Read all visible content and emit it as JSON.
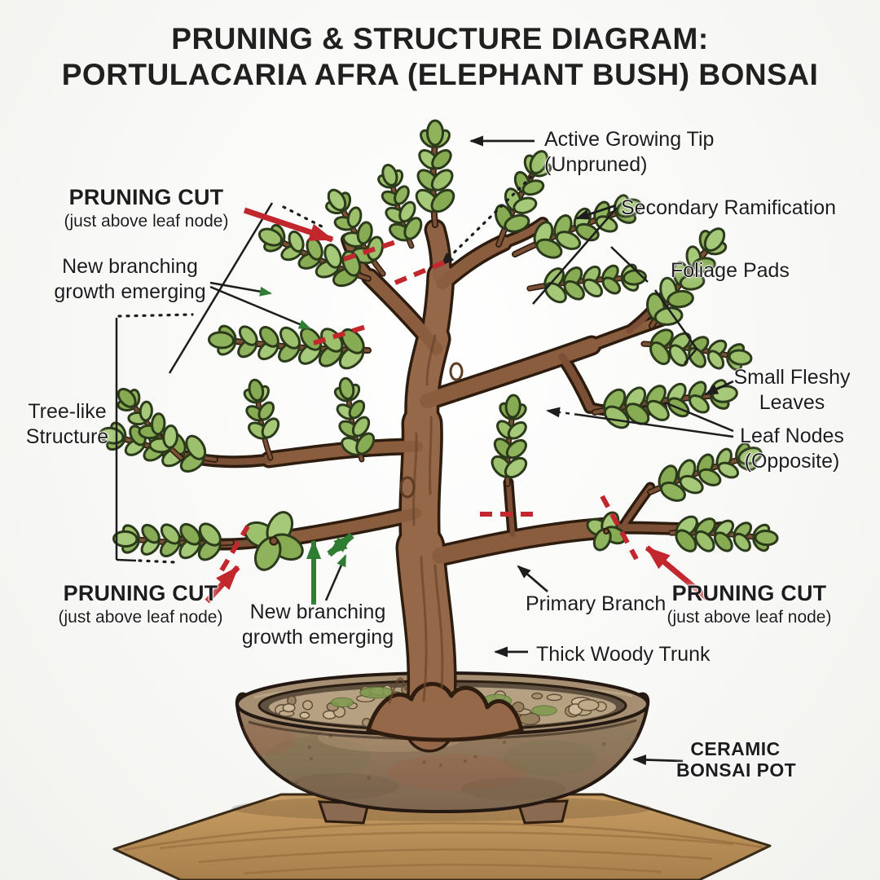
{
  "title": {
    "line1": "PRUNING & STRUCTURE DIAGRAM:",
    "line2": "PORTULACARIA AFRA (ELEPHANT BUSH) BONSAI"
  },
  "labels": {
    "active_growing_tip": {
      "line1": "Active Growing Tip",
      "line2": "(Unpruned)"
    },
    "pruning_cut_top_left": {
      "line1": "PRUNING CUT",
      "line2": "(just above leaf node)"
    },
    "secondary_ramification": {
      "text": "Secondary Ramification"
    },
    "new_branching_top": {
      "line1": "New branching",
      "line2": "growth emerging"
    },
    "foliage_pads": {
      "text": "Foliage Pads"
    },
    "tree_like_structure": {
      "line1": "Tree-like",
      "line2": "Structure"
    },
    "small_fleshy_leaves": {
      "line1": "Small Fleshy",
      "line2": "Leaves"
    },
    "leaf_nodes": {
      "line1": "Leaf Nodes",
      "line2": "(Opposite)"
    },
    "pruning_cut_bottom_left": {
      "line1": "PRUNING CUT",
      "line2": "(just above leaf node)"
    },
    "new_branching_bottom": {
      "line1": "New branching",
      "line2": "growth emerging"
    },
    "primary_branch": {
      "text": "Primary Branch"
    },
    "pruning_cut_bottom_right": {
      "line1": "PRUNING CUT",
      "line2": "(just above leaf node)"
    },
    "thick_woody_trunk": {
      "text": "Thick Woody Trunk"
    },
    "ceramic_bonsai_pot": {
      "line1": "CERAMIC",
      "line2": "BONSAI POT"
    }
  },
  "colors": {
    "background": "#f8f8f6",
    "text": "#1d1d1d",
    "leaf_greens": [
      "#8eb35c",
      "#9dc06c",
      "#a6c979",
      "#86ab52"
    ],
    "leaf_outline": "#2b3a1a",
    "branch_fill": "#96684a",
    "branch_mid": "#8a5d3f",
    "branch_twig": "#7b5036",
    "branch_dark": "#6b4529",
    "branch_outline": "#2e1c0f",
    "pruning_red": "#c1272d",
    "growth_green": "#2e7d32",
    "annotation_black": "#1d1d1d",
    "pot_body_top": "#9c8568",
    "pot_body_bottom": "#7d6650",
    "pot_rim": "#a58e72",
    "pot_inner": "#5f5040",
    "gravel": "#b7a183",
    "pebbles": [
      "#cdbb9b",
      "#bfa988",
      "#a78f6f",
      "#96805f"
    ],
    "moss": "#7f9b4f",
    "table_top": "#c79d63",
    "table_bottom": "#a97f4c",
    "table_grain": "#8a6436"
  }
}
